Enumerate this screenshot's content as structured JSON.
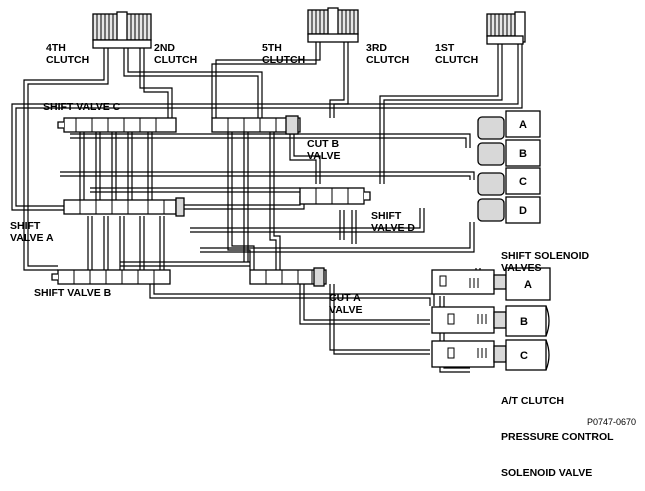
{
  "clutches": {
    "c4": [
      "4TH",
      "CLUTCH"
    ],
    "c2": [
      "2ND",
      "CLUTCH"
    ],
    "c5": [
      "5TH",
      "CLUTCH"
    ],
    "c3": [
      "3RD",
      "CLUTCH"
    ],
    "c1": [
      "1ST",
      "CLUTCH"
    ]
  },
  "valves": {
    "shift_c": "SHIFT VALVE C",
    "shift_a": [
      "SHIFT",
      "VALVE A"
    ],
    "shift_b": "SHIFT VALVE B",
    "shift_d": [
      "SHIFT",
      "VALVE D"
    ],
    "cut_b": [
      "CUT B",
      "VALVE"
    ],
    "cut_a": [
      "CUT A",
      "VALVE"
    ]
  },
  "shift_solenoids": {
    "letters": [
      "A",
      "B",
      "C",
      "D"
    ],
    "label": [
      "SHIFT SOLENOID",
      "VALVES"
    ]
  },
  "pressure_control_solenoids": {
    "letters": [
      "A",
      "B",
      "C"
    ],
    "label": [
      "A/T CLUTCH",
      "PRESSURE CONTROL",
      "SOLENOID VALVE"
    ]
  },
  "figure_code": "P0747-0670",
  "colors": {
    "line": "#000000",
    "background": "#ffffff",
    "shade": "#d8d8d8"
  }
}
